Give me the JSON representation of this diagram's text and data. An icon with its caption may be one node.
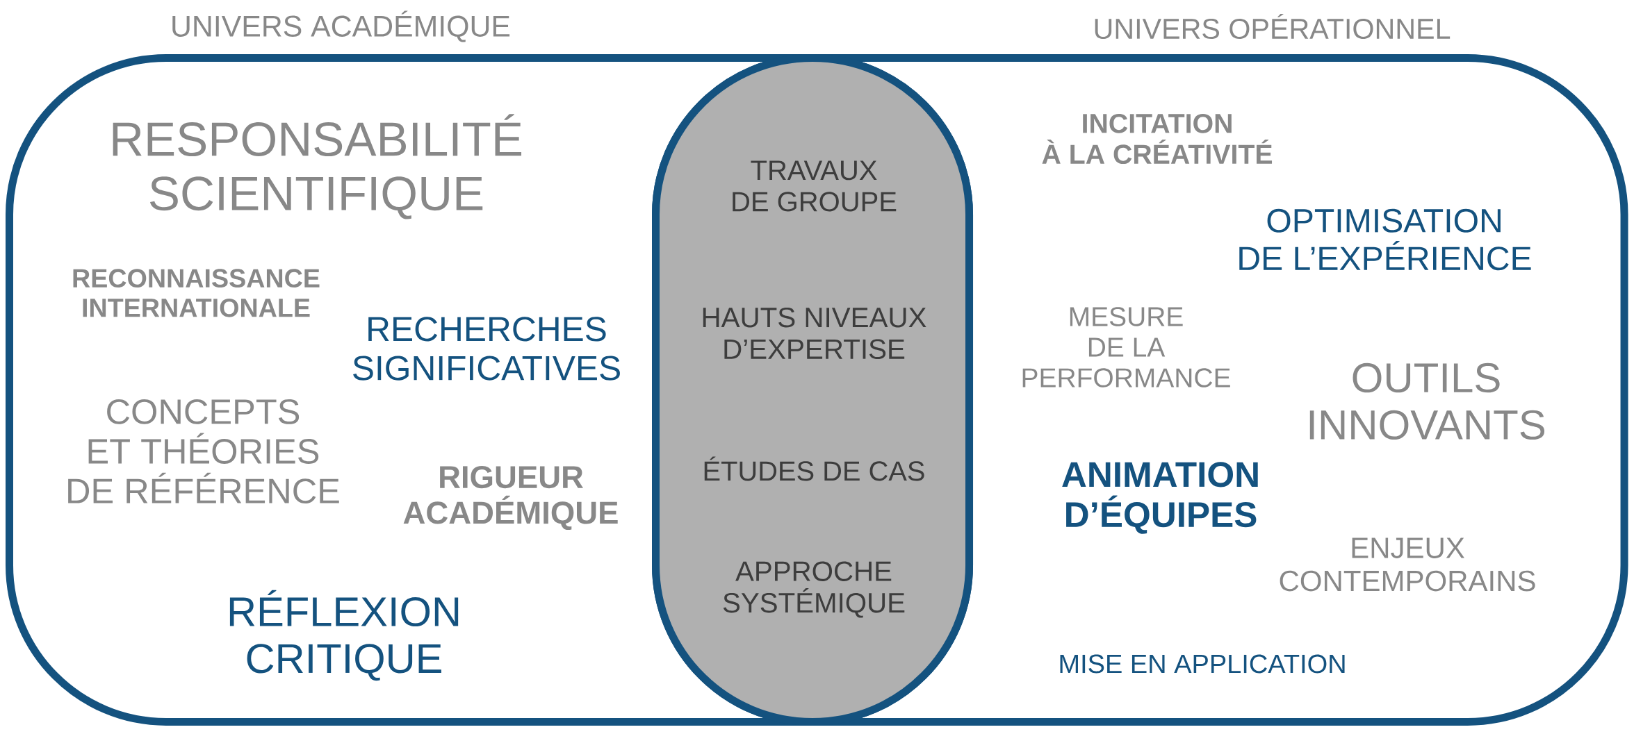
{
  "diagram": {
    "nodes": [
      {
        "text": [
          "UNIVERS ACADÉMIQUE",
          "RESPONSABILITÉ SCIENTIFIQUE",
          "RECONNAISSANCE INTERNATIONALE",
          "RECHERCHES SIGNIFICATIVES",
          "CONCEPTS ET THÉORIES DE RÉFÉRENCE",
          "RIGUEUR ACADÉMIQUE",
          "RÉFLEXION CRITIQUE"
        ]
      },
      {
        "text": [
          "UNIVERS OPÉRATIONNEL",
          "INCITATION À LA CRÉATIVITÉ",
          "OPTIMISATION DE L’EXPÉRIENCE",
          "MESURE DE LA PERFORMANCE",
          "OUTILS INNOVANTS",
          "ANIMATION D’ÉQUIPES",
          "ENJEUX CONTEMPORAINS",
          "MISE EN APPLICATION"
        ]
      },
      {
        "text": [
          "TRAVAUX DE GROUPE",
          "HAUTS NIVEAUX D’EXPERTISE",
          "ÉTUDES DE CAS",
          "APPROCHE SYSTÉMIQUE"
        ]
      }
    ]
  }
}
